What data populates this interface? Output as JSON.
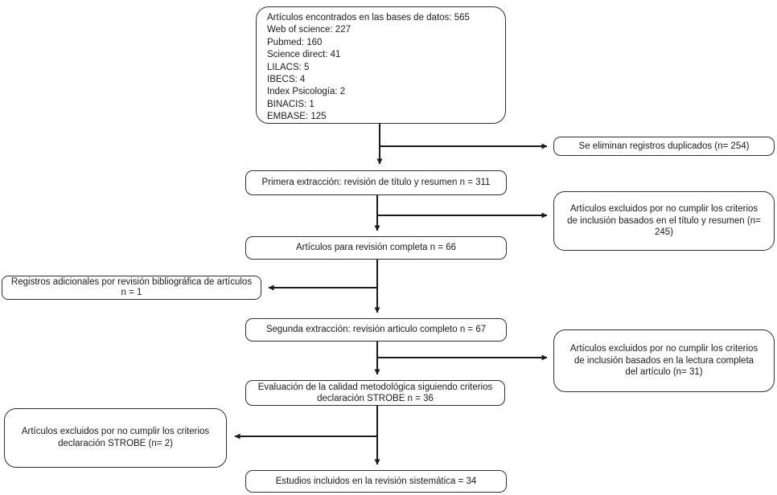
{
  "nodes": {
    "sources": {
      "lines": [
        "Artículos encontrados en las bases de datos: 565",
        "Web of science: 227",
        "Pubmed: 160",
        "Science direct: 41",
        "LILACS: 5",
        "IBECS: 4",
        "Index Psicología: 2",
        "BINACIS: 1",
        "EMBASE: 125"
      ]
    },
    "duplicates_removed": "Se eliminan registros duplicados  (n= 254)",
    "first_extraction": "Primera extracción: revisión de título y resumen n = 311",
    "excluded_title_abstract": "Artículos excluidos por no cumplir los criterios de inclusión basados en el título y resumen (n= 245)",
    "full_review": "Artículos para revisión completa n = 66",
    "additional_records": {
      "line1": "Registros adicionales por revisión bibliográfica de artículos",
      "line2": "n = 1"
    },
    "second_extraction": "Segunda extracción: revisión articulo completo n = 67",
    "excluded_full_text": "Artículos excluidos por no cumplir los criterios de inclusión basados en la lectura completa  del artículo (n= 31)",
    "quality_assessment": {
      "line1": "Evaluación de la calidad metodológica siguiendo criterios",
      "line2": "declaración STROBE n = 36"
    },
    "excluded_strobe": {
      "line1": "Artículos excluidos por no cumplir los criterios",
      "line2": "declaración STROBE (n= 2)"
    },
    "included_studies": "Estudios incluidos en la revisión sistemática = 34"
  },
  "style": {
    "line_color": "#1a1a1a"
  }
}
